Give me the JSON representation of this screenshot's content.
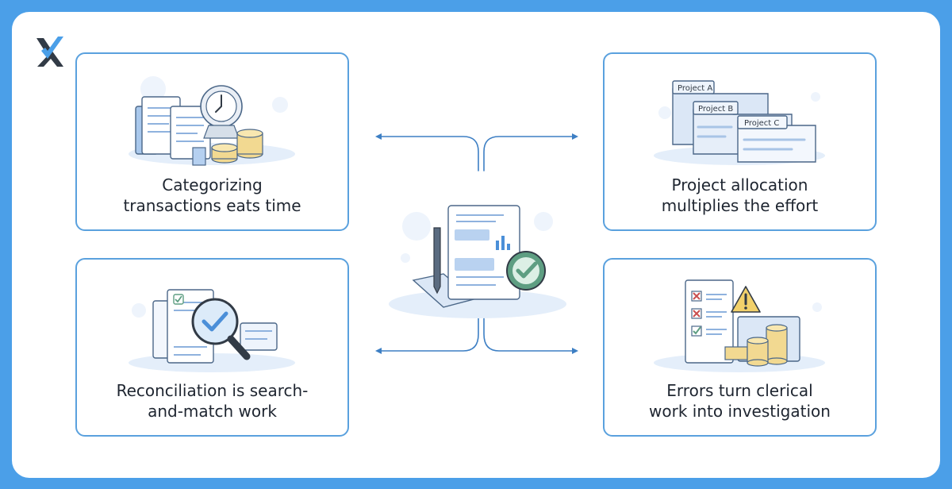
{
  "cards": {
    "top_left": {
      "label": "Categorizing\ntransactions eats time"
    },
    "top_right": {
      "label": "Project allocation\nmultiplies the effort",
      "folders": [
        "Project A",
        "Project B",
        "Project C"
      ]
    },
    "bottom_left": {
      "label": "Reconciliation is search-\nand-match work"
    },
    "bottom_right": {
      "label": "Errors turn clerical\nwork into investigation"
    }
  },
  "colors": {
    "background": "#4b9fe8",
    "card_border": "#5aa1de",
    "connector": "#3d7fc4",
    "check_green": "#5e9e82",
    "warning_yellow": "#f2d16b",
    "error_red": "#c94f4f"
  },
  "icons": {
    "logo": "x-checkmark-logo",
    "top_left": "receipts-clock-coins-illustration",
    "top_right": "project-folders-illustration",
    "bottom_left": "documents-magnifier-check-illustration",
    "bottom_right": "checklist-warning-coins-illustration",
    "center": "report-calculator-check-illustration"
  }
}
